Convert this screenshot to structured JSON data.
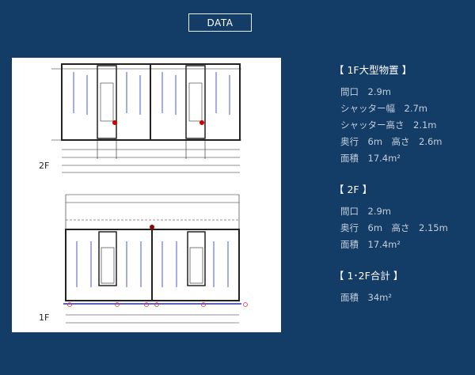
{
  "header": {
    "button_label": "DATA"
  },
  "plan": {
    "floor_2_label": "2F",
    "floor_1_label": "1F"
  },
  "sections": [
    {
      "title": "【 1F大型物置 】",
      "rows": [
        "間口　2.9m",
        "シャッター幅　2.7m",
        "シャッター高さ　2.1m",
        "奥行　6m　高さ　2.6m",
        "面積　17.4m²"
      ]
    },
    {
      "title": "【 2F 】",
      "rows": [
        "間口　2.9m",
        "奥行　6m　高さ　2.15m",
        "面積　17.4m²"
      ]
    },
    {
      "title": "【 1･2F合計 】",
      "rows": [
        "面積　34m²"
      ]
    }
  ]
}
